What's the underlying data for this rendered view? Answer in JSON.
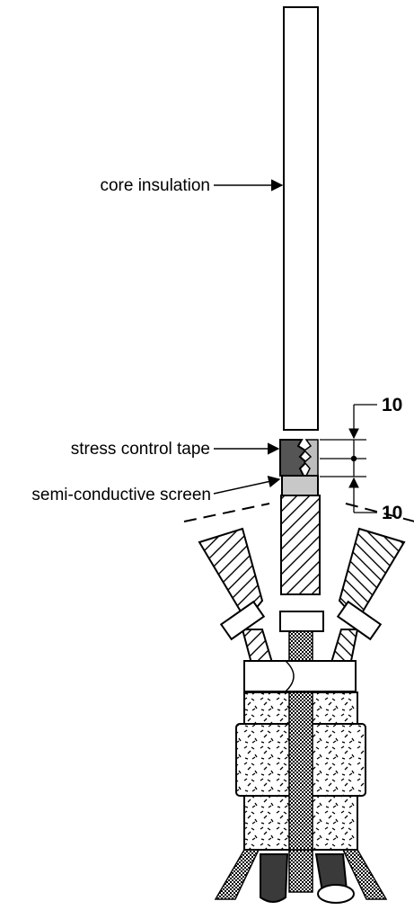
{
  "labels": {
    "core_insulation": "core insulation",
    "stress_control_tape": "stress control tape",
    "semi_conductive_screen": "semi-conductive screen"
  },
  "dimensions": {
    "upper": "10",
    "lower": "10"
  },
  "colors": {
    "line": "#000000",
    "tape": "#555555",
    "screen": "#c8c8c8",
    "background": "#ffffff"
  }
}
